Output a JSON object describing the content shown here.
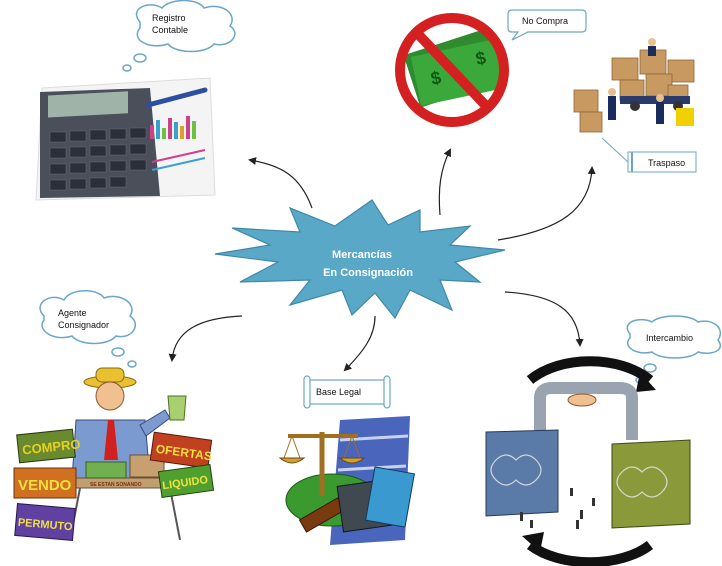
{
  "center": {
    "line1": "Mercancías",
    "line2": "En Consignación",
    "color": "#5aa8c8"
  },
  "nodes": [
    {
      "id": "registro",
      "label_lines": [
        "Registro",
        "Contable"
      ],
      "shape": "cloud",
      "icon": "calculator-with-charts-icon"
    },
    {
      "id": "nocompra",
      "label_lines": [
        "No Compra"
      ],
      "shape": "callout",
      "icon": "no-money-icon"
    },
    {
      "id": "traspaso",
      "label_lines": [
        "Traspaso"
      ],
      "shape": "line-callout",
      "icon": "movers-with-boxes-icon"
    },
    {
      "id": "agente",
      "label_lines": [
        "Agente",
        "Consignador"
      ],
      "shape": "cloud",
      "icon": "vendor-selling-icon"
    },
    {
      "id": "baselegal",
      "label_lines": [
        "Base Legal"
      ],
      "shape": "banner",
      "icon": "scales-of-justice-icon"
    },
    {
      "id": "intercambio",
      "label_lines": [
        "Intercambio"
      ],
      "shape": "cloud",
      "icon": "padlocks-exchange-icon"
    }
  ],
  "vendor_signs": [
    "COMPRO",
    "VENDO",
    "PERMUTO",
    "OFERTAS",
    "LIQUIDO",
    "SE ESTAN SONANDO"
  ],
  "colors": {
    "arrow": "#222222",
    "cloud_stroke": "#6aa6c8",
    "money_green": "#2e8b2e",
    "no_red": "#d42020"
  }
}
